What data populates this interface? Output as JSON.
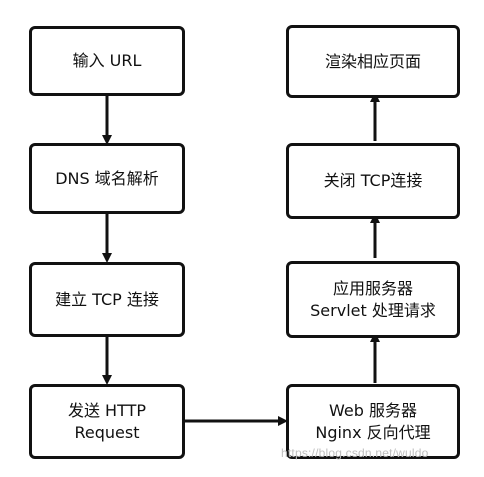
{
  "colors": {
    "stroke": "#111111",
    "background": "#ffffff",
    "watermark": "#bfbfbf"
  },
  "nodes": {
    "input_url": {
      "lines": [
        "输入 URL"
      ]
    },
    "dns": {
      "lines": [
        "DNS 域名解析"
      ]
    },
    "tcp_connect": {
      "lines": [
        "建立 TCP 连接"
      ]
    },
    "send_http": {
      "lines": [
        "发送 HTTP",
        "Request"
      ]
    },
    "web_server": {
      "lines": [
        "Web 服务器",
        "Nginx 反向代理"
      ]
    },
    "app_server": {
      "lines": [
        "应用服务器",
        "Servlet 处理请求"
      ]
    },
    "close_tcp": {
      "lines": [
        "关闭 TCP连接"
      ]
    },
    "render": {
      "lines": [
        "渲染相应页面"
      ]
    }
  },
  "edges": [
    {
      "from": "input_url",
      "to": "dns"
    },
    {
      "from": "dns",
      "to": "tcp_connect"
    },
    {
      "from": "tcp_connect",
      "to": "send_http"
    },
    {
      "from": "send_http",
      "to": "web_server"
    },
    {
      "from": "web_server",
      "to": "app_server"
    },
    {
      "from": "app_server",
      "to": "close_tcp"
    },
    {
      "from": "close_tcp",
      "to": "render"
    }
  ],
  "watermark": "https://blog.csdn.net/wuldo"
}
